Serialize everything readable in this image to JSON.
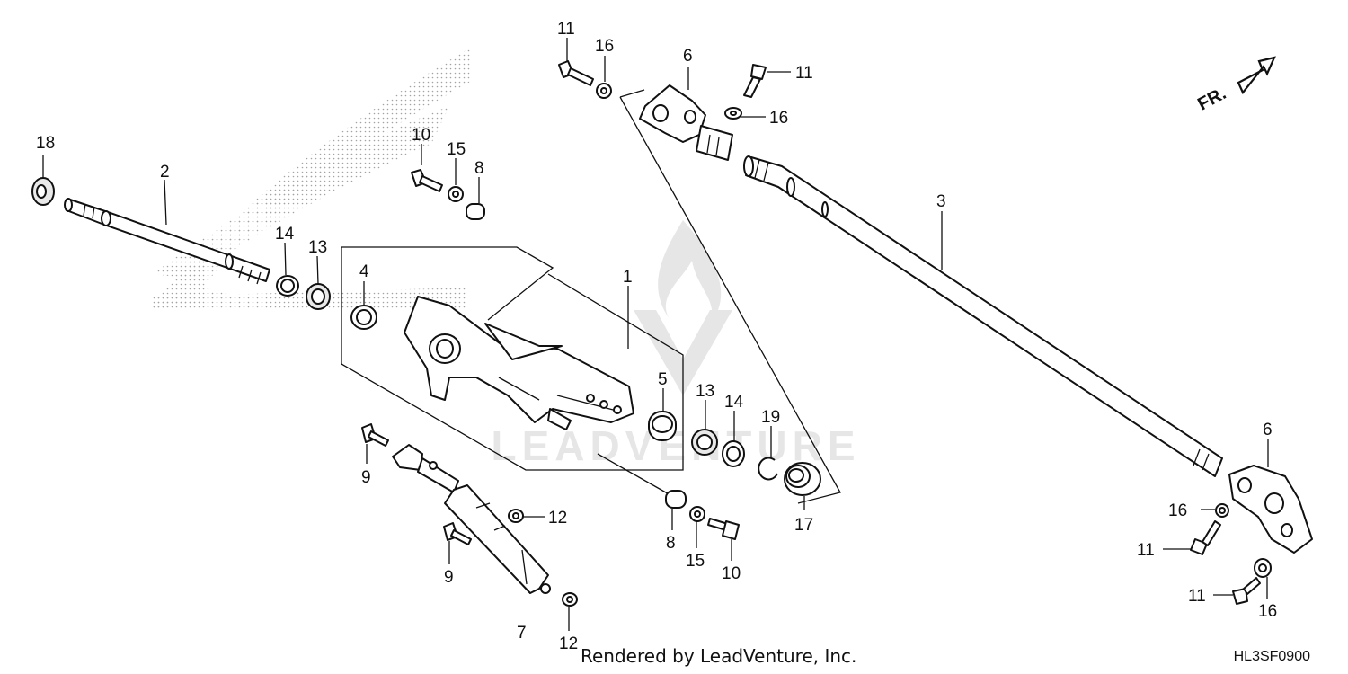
{
  "diagram": {
    "footer": "Rendered by LeadVenture, Inc.",
    "diagram_code": "HL3SF0900",
    "front_label": "FR.",
    "watermark": "LEADVENTURE",
    "callouts": [
      "1",
      "2",
      "3",
      "4",
      "5",
      "6",
      "6",
      "7",
      "8",
      "8",
      "9",
      "9",
      "10",
      "10",
      "11",
      "11",
      "11",
      "11",
      "12",
      "12",
      "13",
      "13",
      "14",
      "14",
      "15",
      "15",
      "16",
      "16",
      "16",
      "16",
      "17",
      "18",
      "19"
    ]
  }
}
